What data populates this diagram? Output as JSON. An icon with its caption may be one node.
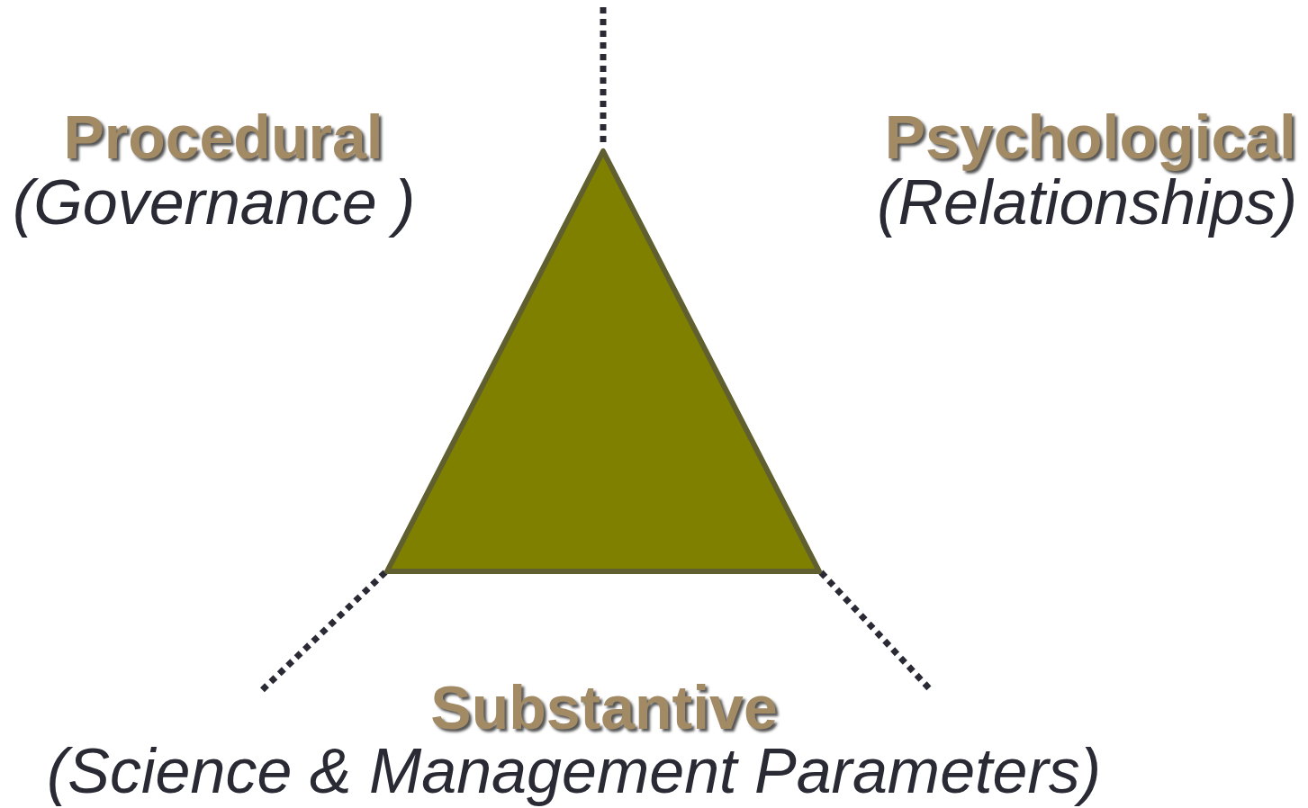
{
  "diagram": {
    "nodes": [
      {
        "text": [],
        "shape": "triangle"
      }
    ],
    "labels": [
      "Procedural",
      "(Governance )",
      "Psychological",
      "(Relationships)",
      "Substantive",
      "(Science & Management Parameters)"
    ]
  }
}
